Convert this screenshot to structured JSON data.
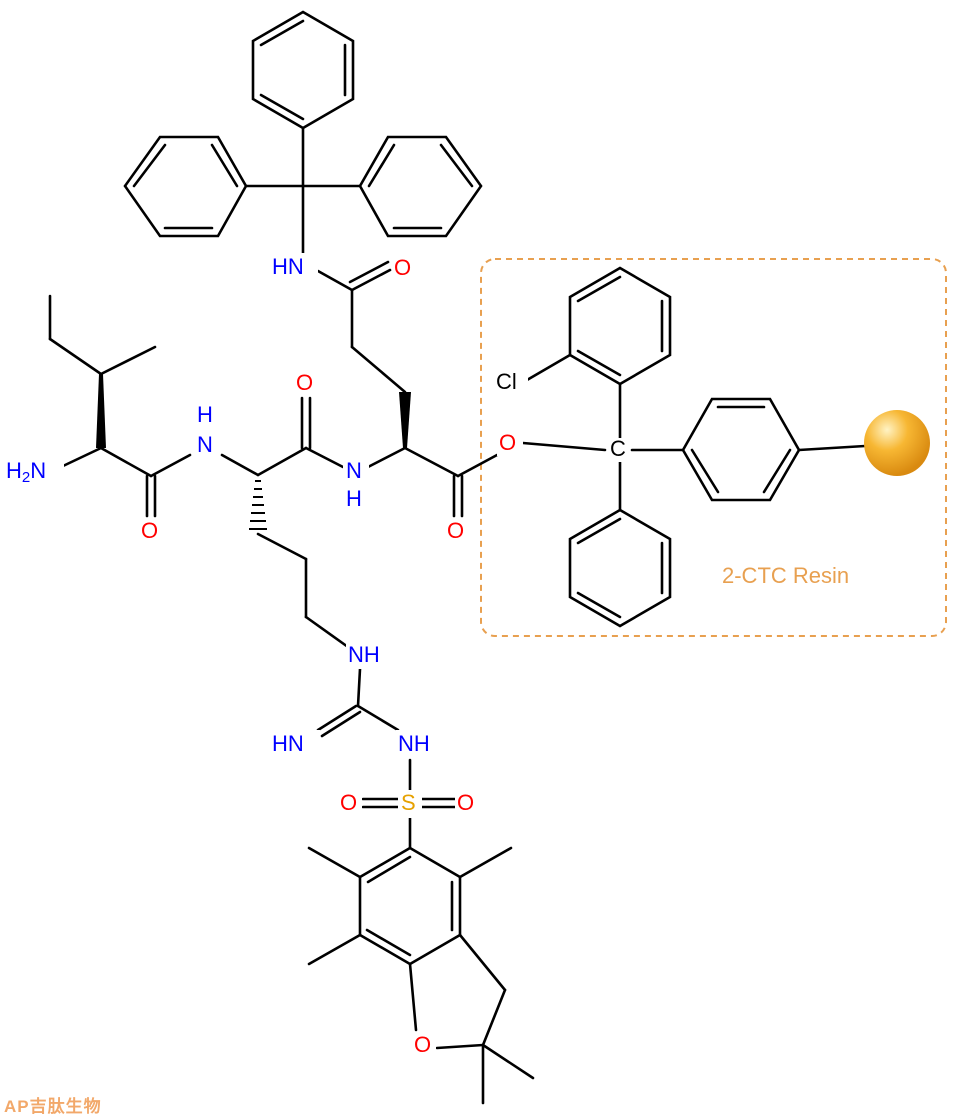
{
  "colors": {
    "bond": "#000000",
    "nitrogen": "#0000ff",
    "oxygen": "#ff0000",
    "sulfur": "#e6a100",
    "resin": "#e8a050",
    "bead": "#f5a623"
  },
  "atoms": {
    "h2n": "H2N",
    "nh_ile_arg": "N",
    "nh_h_top": "H",
    "o_ile": "O",
    "o_arg": "O",
    "nh_arg_gln": "N",
    "nh_h_bottom": "H",
    "o_ester_carbonyl": "O",
    "o_ester": "O",
    "c_trityl": "C",
    "cl": "Cl",
    "hn_trt": "HN",
    "o_side": "O",
    "nh_guan": "NH",
    "hn_imine": "HN",
    "nh_sulfonyl": "NH",
    "s": "S",
    "o_s_left": "O",
    "o_s_right": "O",
    "o_furan": "O"
  },
  "resin_label": "2-CTC Resin",
  "watermark": "AP吉肽生物"
}
